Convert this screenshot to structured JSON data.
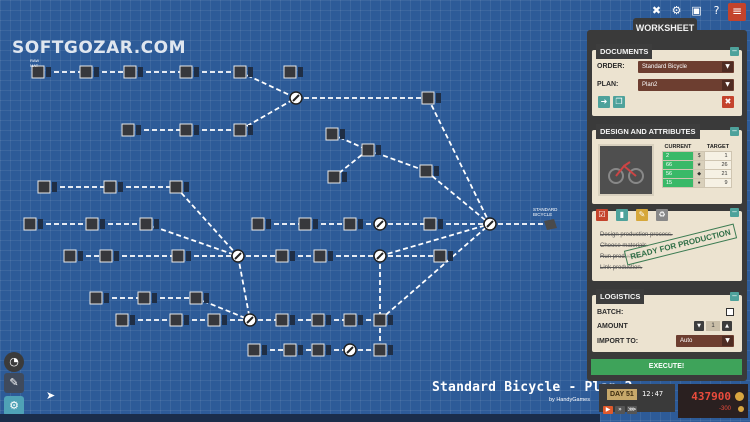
{
  "watermark": "SOFTGOZAR.COM",
  "toolbar": {
    "icons": [
      "tools-icon",
      "gear-icon",
      "camera-icon",
      "help-icon",
      "menu-icon"
    ],
    "help_label": "?"
  },
  "worksheet": {
    "tab_label": "WORKSHEET",
    "documents": {
      "title": "DOCUMENTS",
      "order_label": "ORDER:",
      "order_value": "Standard Bicycle",
      "plan_label": "PLAN:",
      "plan_value": "Plan2"
    },
    "design": {
      "title": "DESIGN AND ATTRIBUTES",
      "current_header": "CURRENT",
      "target_header": "TARGET",
      "rows": [
        {
          "current": "2",
          "target": "1"
        },
        {
          "current": "66",
          "target": "26"
        },
        {
          "current": "56",
          "target": "21"
        },
        {
          "current": "15",
          "target": "9"
        }
      ]
    },
    "tasks": {
      "items": [
        "Design production process.",
        "Choose materials.",
        "Run production.",
        "Link production."
      ],
      "stamp": "READY FOR PRODUCTION"
    },
    "logistics": {
      "title": "LOGISTICS",
      "batch_label": "BATCH:",
      "amount_label": "AMOUNT",
      "amount_value": "1",
      "import_label": "IMPORT TO:",
      "import_value": "Auto"
    },
    "execute_label": "EXECUTE!"
  },
  "footer": {
    "title": "Standard Bicycle - Plan 2",
    "byline": "by HandyGames",
    "day": "DAY 51",
    "clock": "12:47",
    "money": "437900",
    "money_delta": "-300"
  },
  "graph": {
    "output_label": "STANDARD BICYCLE",
    "start_label": "RAW MAT"
  },
  "colors": {
    "board": "#2d5b98",
    "panel": "#3a3a3a",
    "card": "#ece3d0",
    "accent_teal": "#4ea29b",
    "dropdown": "#6d3e30",
    "execute": "#3ea35a",
    "danger": "#c4432c",
    "money": "#e94b3c"
  }
}
